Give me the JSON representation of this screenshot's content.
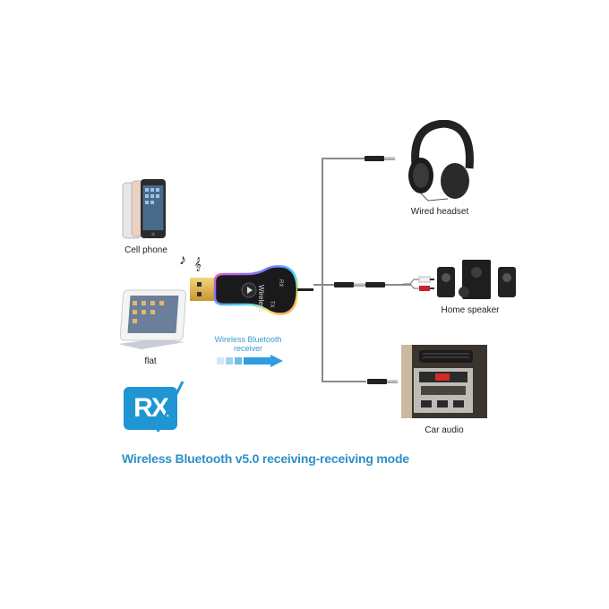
{
  "devices": {
    "cell_phone": {
      "label": "Cell phone"
    },
    "tablet": {
      "label": "flat"
    },
    "headset": {
      "label": "Wired headset"
    },
    "speaker": {
      "label": "Home speaker"
    },
    "car": {
      "label": "Car audio"
    }
  },
  "adapter": {
    "brand_text": "Wireless",
    "tx_label": "TX",
    "rx_label": "RX"
  },
  "receiver_caption": "Wireless Bluetooth receiver",
  "badge": {
    "text": "RX",
    "color": "#1f95d3"
  },
  "footer_caption": "Wireless Bluetooth v5.0 receiving-receiving mode",
  "colors": {
    "accent": "#2e8fc6",
    "cable": "#8a8a8a"
  }
}
